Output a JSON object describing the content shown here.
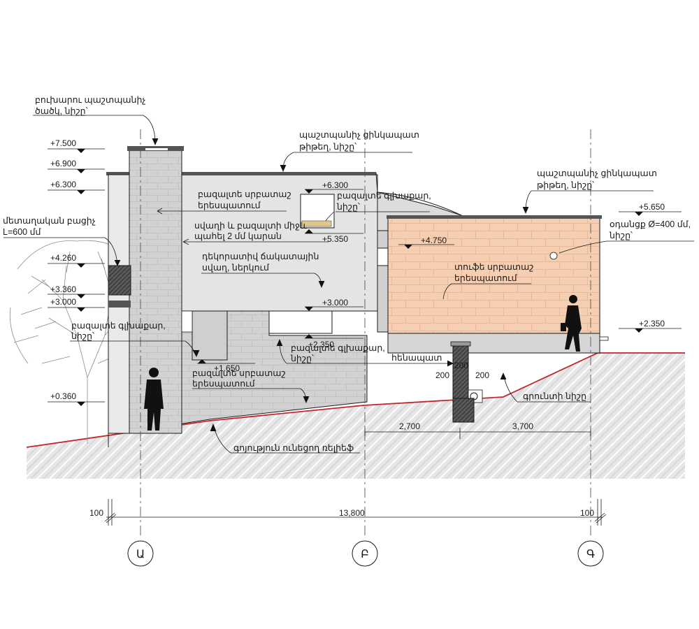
{
  "levels": {
    "l7500": "+7.500",
    "l6900": "+6.900",
    "l6300": "+6.300",
    "l4260": "+4.260",
    "l3360": "+3.360",
    "l3000": "+3.000",
    "l0360": "+0.360",
    "c6300": "+6.300",
    "c5350": "+5.350",
    "c3000": "+3.000",
    "c2350": "+2.350",
    "c1650": "+1.650",
    "c4750": "+4.750",
    "r5650": "+5.650",
    "r2350": "+2.350"
  },
  "notes": {
    "chimney_cap": [
      "բուխարու պաշտպանիչ",
      "ծածկ, նիշը՝"
    ],
    "roof_sheet_mid": [
      "պաշտպանիչ ցինկապատ",
      "թիթեղ, նիշը՝"
    ],
    "roof_sheet_right": [
      "պաշտպանիչ ցինկապատ",
      "թիթեղ, նիշը՝"
    ],
    "metal_louver": [
      "մետաղական բացիչ",
      "L=600 մմ"
    ],
    "basalt_facing_top": [
      "բազալտե սրբատաշ",
      "երեսպատում"
    ],
    "basalt_sill_top": [
      "բազալտե գլխաքար,",
      "նիշը՝"
    ],
    "wall_gap": [
      "սվաղի և բազալտի միջև",
      "պահել 2 մմ կարան"
    ],
    "decor_plaster": [
      "դեկորատիվ ճակատային",
      "սվաղ, ներկում"
    ],
    "air_duct": [
      "օդանցք Ø=400 մմ,",
      "նիշը՝"
    ],
    "tuff_facing": [
      "տուֆե սրբատաշ",
      "երեսպատում"
    ],
    "basalt_sill_left": [
      "բազալտե գլխաքար,",
      "նիշը՝"
    ],
    "basalt_sill_low": [
      "բազալտե գլխաքար,",
      "նիշը՝"
    ],
    "basalt_facing_low": [
      "բազալտե սրբատաշ",
      "երեսպատում"
    ],
    "retaining_wall": "հենապատ",
    "ground_mark": "գրունտի նիշը",
    "existing_relief": "գոյություն ունեցող ռելիեֆ"
  },
  "dims": {
    "d200_top": "200",
    "d200_left": "200",
    "d200_right": "200",
    "d2700": "2,700",
    "d3700": "3,700",
    "d100_left": "100",
    "d13800": "13,800",
    "d100_right": "100"
  },
  "axes": {
    "a": "Ա",
    "b": "Բ",
    "c": "Գ"
  },
  "colors": {
    "line": "#1a1a1a",
    "ground_line": "#c0282c",
    "basalt_fill": "#d4d4d4",
    "plaster_fill": "#e6e6e6",
    "tuff_fill": "#f6cfb3",
    "earth_fill": "#e4e4e4",
    "wall_dark": "#777777"
  }
}
